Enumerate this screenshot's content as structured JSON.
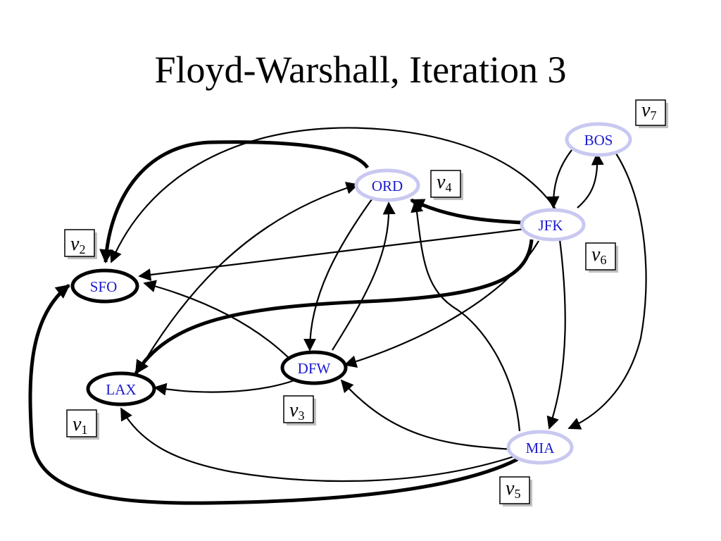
{
  "title": "Floyd-Warshall, Iteration 3",
  "colors": {
    "processed_node_stroke": "#000000",
    "unprocessed_node_stroke": "#c8c8f0",
    "node_label": "#1a1ad0",
    "edge": "#000000"
  },
  "nodes": [
    {
      "id": "LAX",
      "label": "LAX",
      "vertex": "v",
      "index": "1",
      "processed": true
    },
    {
      "id": "SFO",
      "label": "SFO",
      "vertex": "v",
      "index": "2",
      "processed": true
    },
    {
      "id": "DFW",
      "label": "DFW",
      "vertex": "v",
      "index": "3",
      "processed": true
    },
    {
      "id": "ORD",
      "label": "ORD",
      "vertex": "v",
      "index": "4",
      "processed": false
    },
    {
      "id": "MIA",
      "label": "MIA",
      "vertex": "v",
      "index": "5",
      "processed": false
    },
    {
      "id": "JFK",
      "label": "JFK",
      "vertex": "v",
      "index": "6",
      "processed": false
    },
    {
      "id": "BOS",
      "label": "BOS",
      "vertex": "v",
      "index": "7",
      "processed": false
    }
  ],
  "edges": [
    {
      "from": "ORD",
      "to": "SFO",
      "emphasis": "bold"
    },
    {
      "from": "JFK",
      "to": "ORD",
      "emphasis": "bold"
    },
    {
      "from": "JFK",
      "to": "LAX",
      "emphasis": "bold"
    },
    {
      "from": "MIA",
      "to": "SFO",
      "emphasis": "bold"
    },
    {
      "from": "JFK",
      "to": "SFO",
      "emphasis": "normal"
    },
    {
      "from": "JFK",
      "to": "BOS",
      "emphasis": "normal"
    },
    {
      "from": "BOS",
      "to": "JFK",
      "emphasis": "normal"
    },
    {
      "from": "BOS",
      "to": "MIA",
      "emphasis": "normal"
    },
    {
      "from": "JFK",
      "to": "MIA",
      "emphasis": "normal"
    },
    {
      "from": "JFK",
      "to": "DFW",
      "emphasis": "normal"
    },
    {
      "from": "ORD",
      "to": "DFW",
      "emphasis": "normal"
    },
    {
      "from": "DFW",
      "to": "ORD",
      "emphasis": "normal"
    },
    {
      "from": "DFW",
      "to": "SFO",
      "emphasis": "normal"
    },
    {
      "from": "DFW",
      "to": "LAX",
      "emphasis": "normal"
    },
    {
      "from": "LAX",
      "to": "ORD",
      "emphasis": "normal"
    },
    {
      "from": "MIA",
      "to": "DFW",
      "emphasis": "normal"
    },
    {
      "from": "MIA",
      "to": "LAX",
      "emphasis": "normal"
    },
    {
      "from": "MIA",
      "to": "ORD",
      "emphasis": "normal"
    },
    {
      "from": "JFK",
      "to": "SFO",
      "emphasis": "normal"
    }
  ]
}
